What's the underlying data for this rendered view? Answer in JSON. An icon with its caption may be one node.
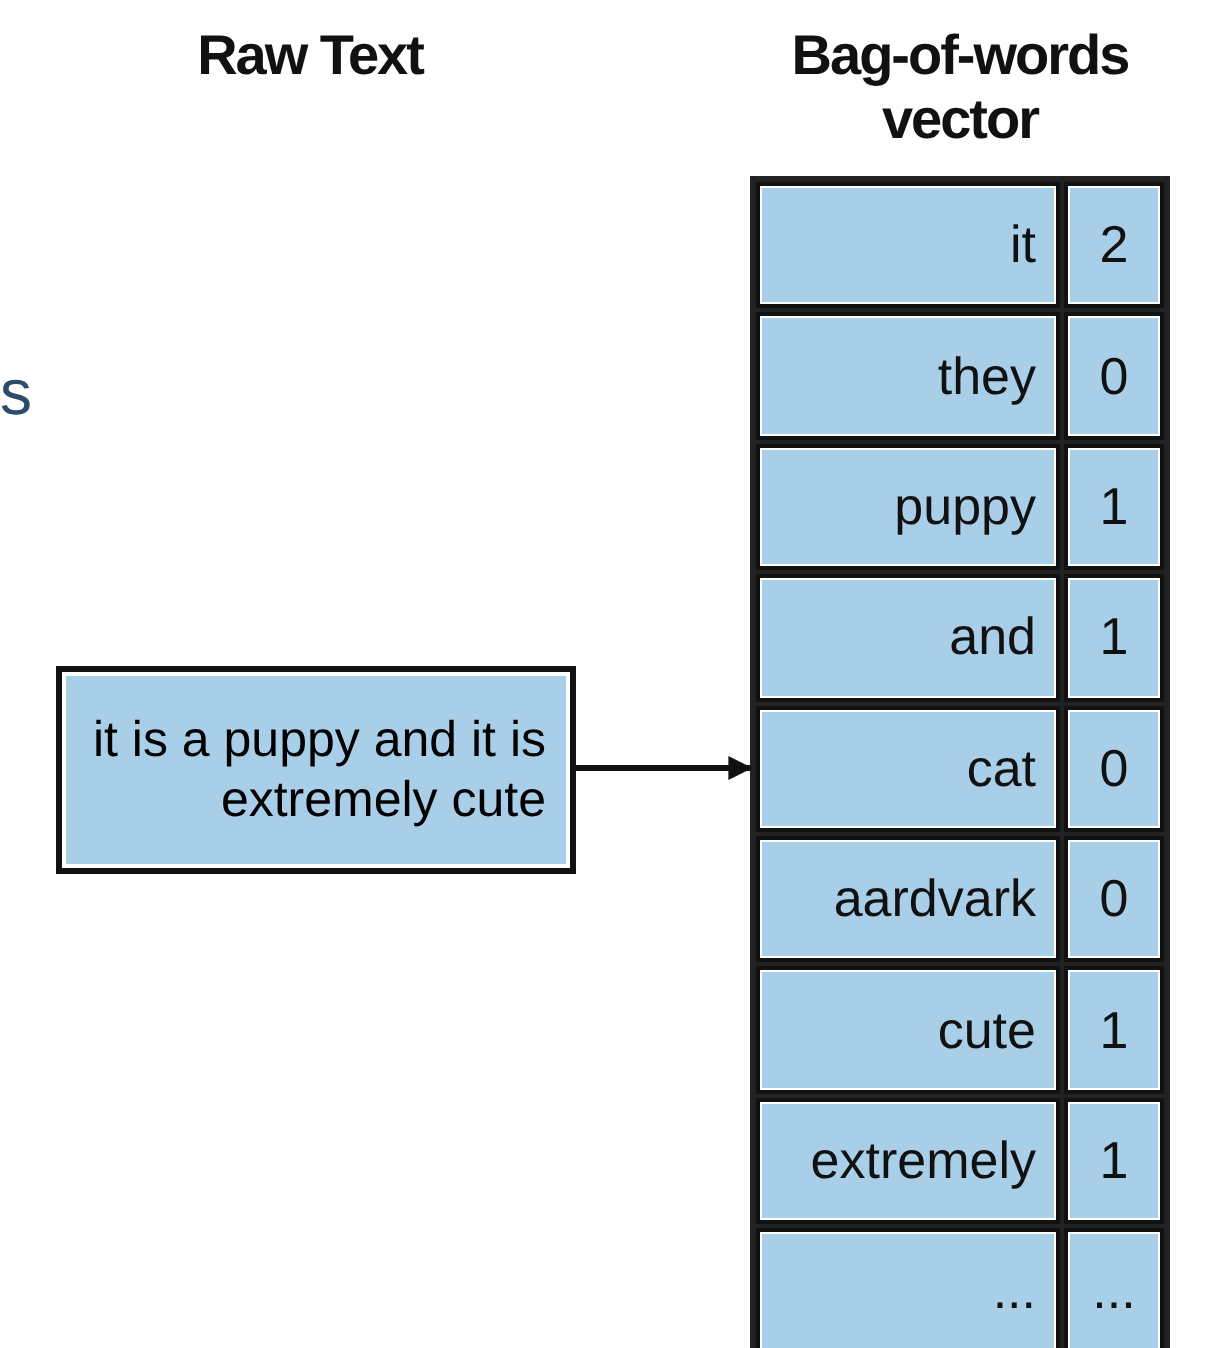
{
  "diagram": {
    "nodes": [
      {
        "text": [
          "it is a puppy and it is extremely cute"
        ]
      },
      {
        "text": [
          "Bag-of-words vector"
        ]
      }
    ],
    "edges": [
      {
        "from": 0,
        "to": 1,
        "arrow": "to"
      }
    ],
    "labels": [
      "Raw Text",
      "s",
      "it",
      "2",
      "they",
      "0",
      "puppy",
      "1",
      "and",
      "1",
      "cat",
      "0",
      "aardvark",
      "0",
      "cute",
      "1",
      "extremely",
      "1",
      "...",
      "..."
    ]
  }
}
